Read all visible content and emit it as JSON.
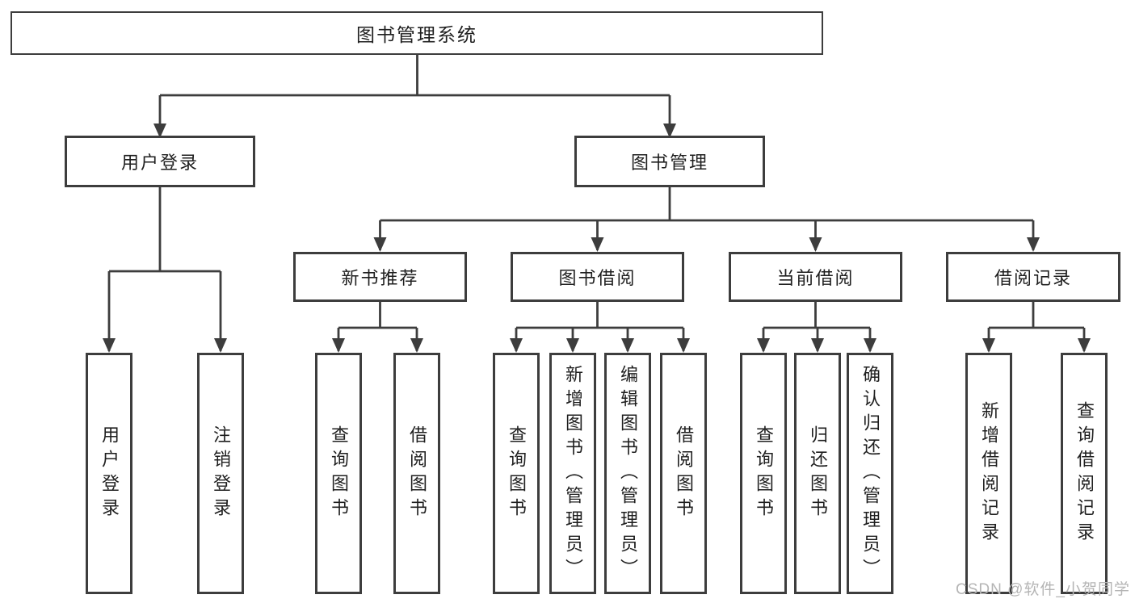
{
  "diagram": {
    "root": {
      "label": "图书管理系统"
    },
    "level2": {
      "user_login": {
        "label": "用户登录"
      },
      "book_mgmt": {
        "label": "图书管理"
      }
    },
    "level3": {
      "new_book": {
        "label": "新书推荐"
      },
      "book_borrow": {
        "label": "图书借阅"
      },
      "current_borrow": {
        "label": "当前借阅"
      },
      "borrow_record": {
        "label": "借阅记录"
      }
    },
    "leaves": {
      "user_login": [
        "用户登录",
        "注销登录"
      ],
      "new_book": [
        "查询图书",
        "借阅图书"
      ],
      "book_borrow": [
        "查询图书",
        "新增图书（管理员）",
        "编辑图书（管理员）",
        "借阅图书"
      ],
      "current_borrow": [
        "查询图书",
        "归还图书",
        "确认归还（管理员）"
      ],
      "borrow_record": [
        "新增借阅记录",
        "查询借阅记录"
      ]
    },
    "colors": {
      "line": "#3d3d3d",
      "node_border": "#3d3d3d",
      "node_text": "#1f1f1f",
      "node_background": "#ffffff"
    }
  },
  "watermark": {
    "text": "CSDN @软件_小贺同学",
    "color": "#b5b5b5"
  }
}
